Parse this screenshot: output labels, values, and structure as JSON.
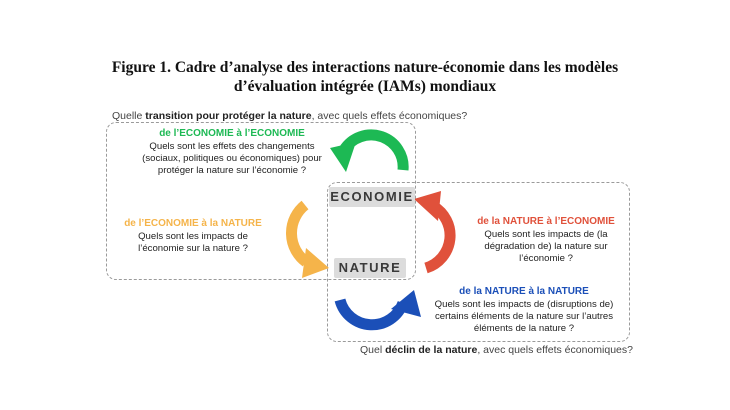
{
  "title": {
    "line1": "Figure 1. Cadre d’analyse des interactions nature-économie dans les modèles",
    "line2": "d’évaluation intégrée (IAMs) mondiaux"
  },
  "top_question": {
    "pre": "Quelle ",
    "bold": "transition pour protéger la nature",
    "post": ", avec quels effets économiques?"
  },
  "bottom_question": {
    "pre": "Quel ",
    "bold": "déclin de la nature",
    "post": ", avec quels effets économiques?"
  },
  "nodes": {
    "economie": "ECONOMIE",
    "nature": "NATURE"
  },
  "flows": [
    {
      "heading": "de l’ECONOMIE à l’ECONOMIE",
      "text": "Quels sont les effets des changements (sociaux, politiques ou économiques) pour protéger la nature sur l’économie ?",
      "color": "#1db954"
    },
    {
      "heading": "de l’ECONOMIE à la NATURE",
      "text": "Quels sont les impacts de l’économie sur la nature ?",
      "color": "#f5b44a"
    },
    {
      "heading": "de la NATURE à l’ECONOMIE",
      "text": "Quels sont les impacts de (la dégradation de) la nature sur l’économie ?",
      "color": "#e0513b"
    },
    {
      "heading": "de la NATURE à la NATURE",
      "text": "Quels sont les impacts de (disruptions de) certains éléments de la nature sur l’autres éléments de la nature ?",
      "color": "#1b4fb8"
    }
  ]
}
